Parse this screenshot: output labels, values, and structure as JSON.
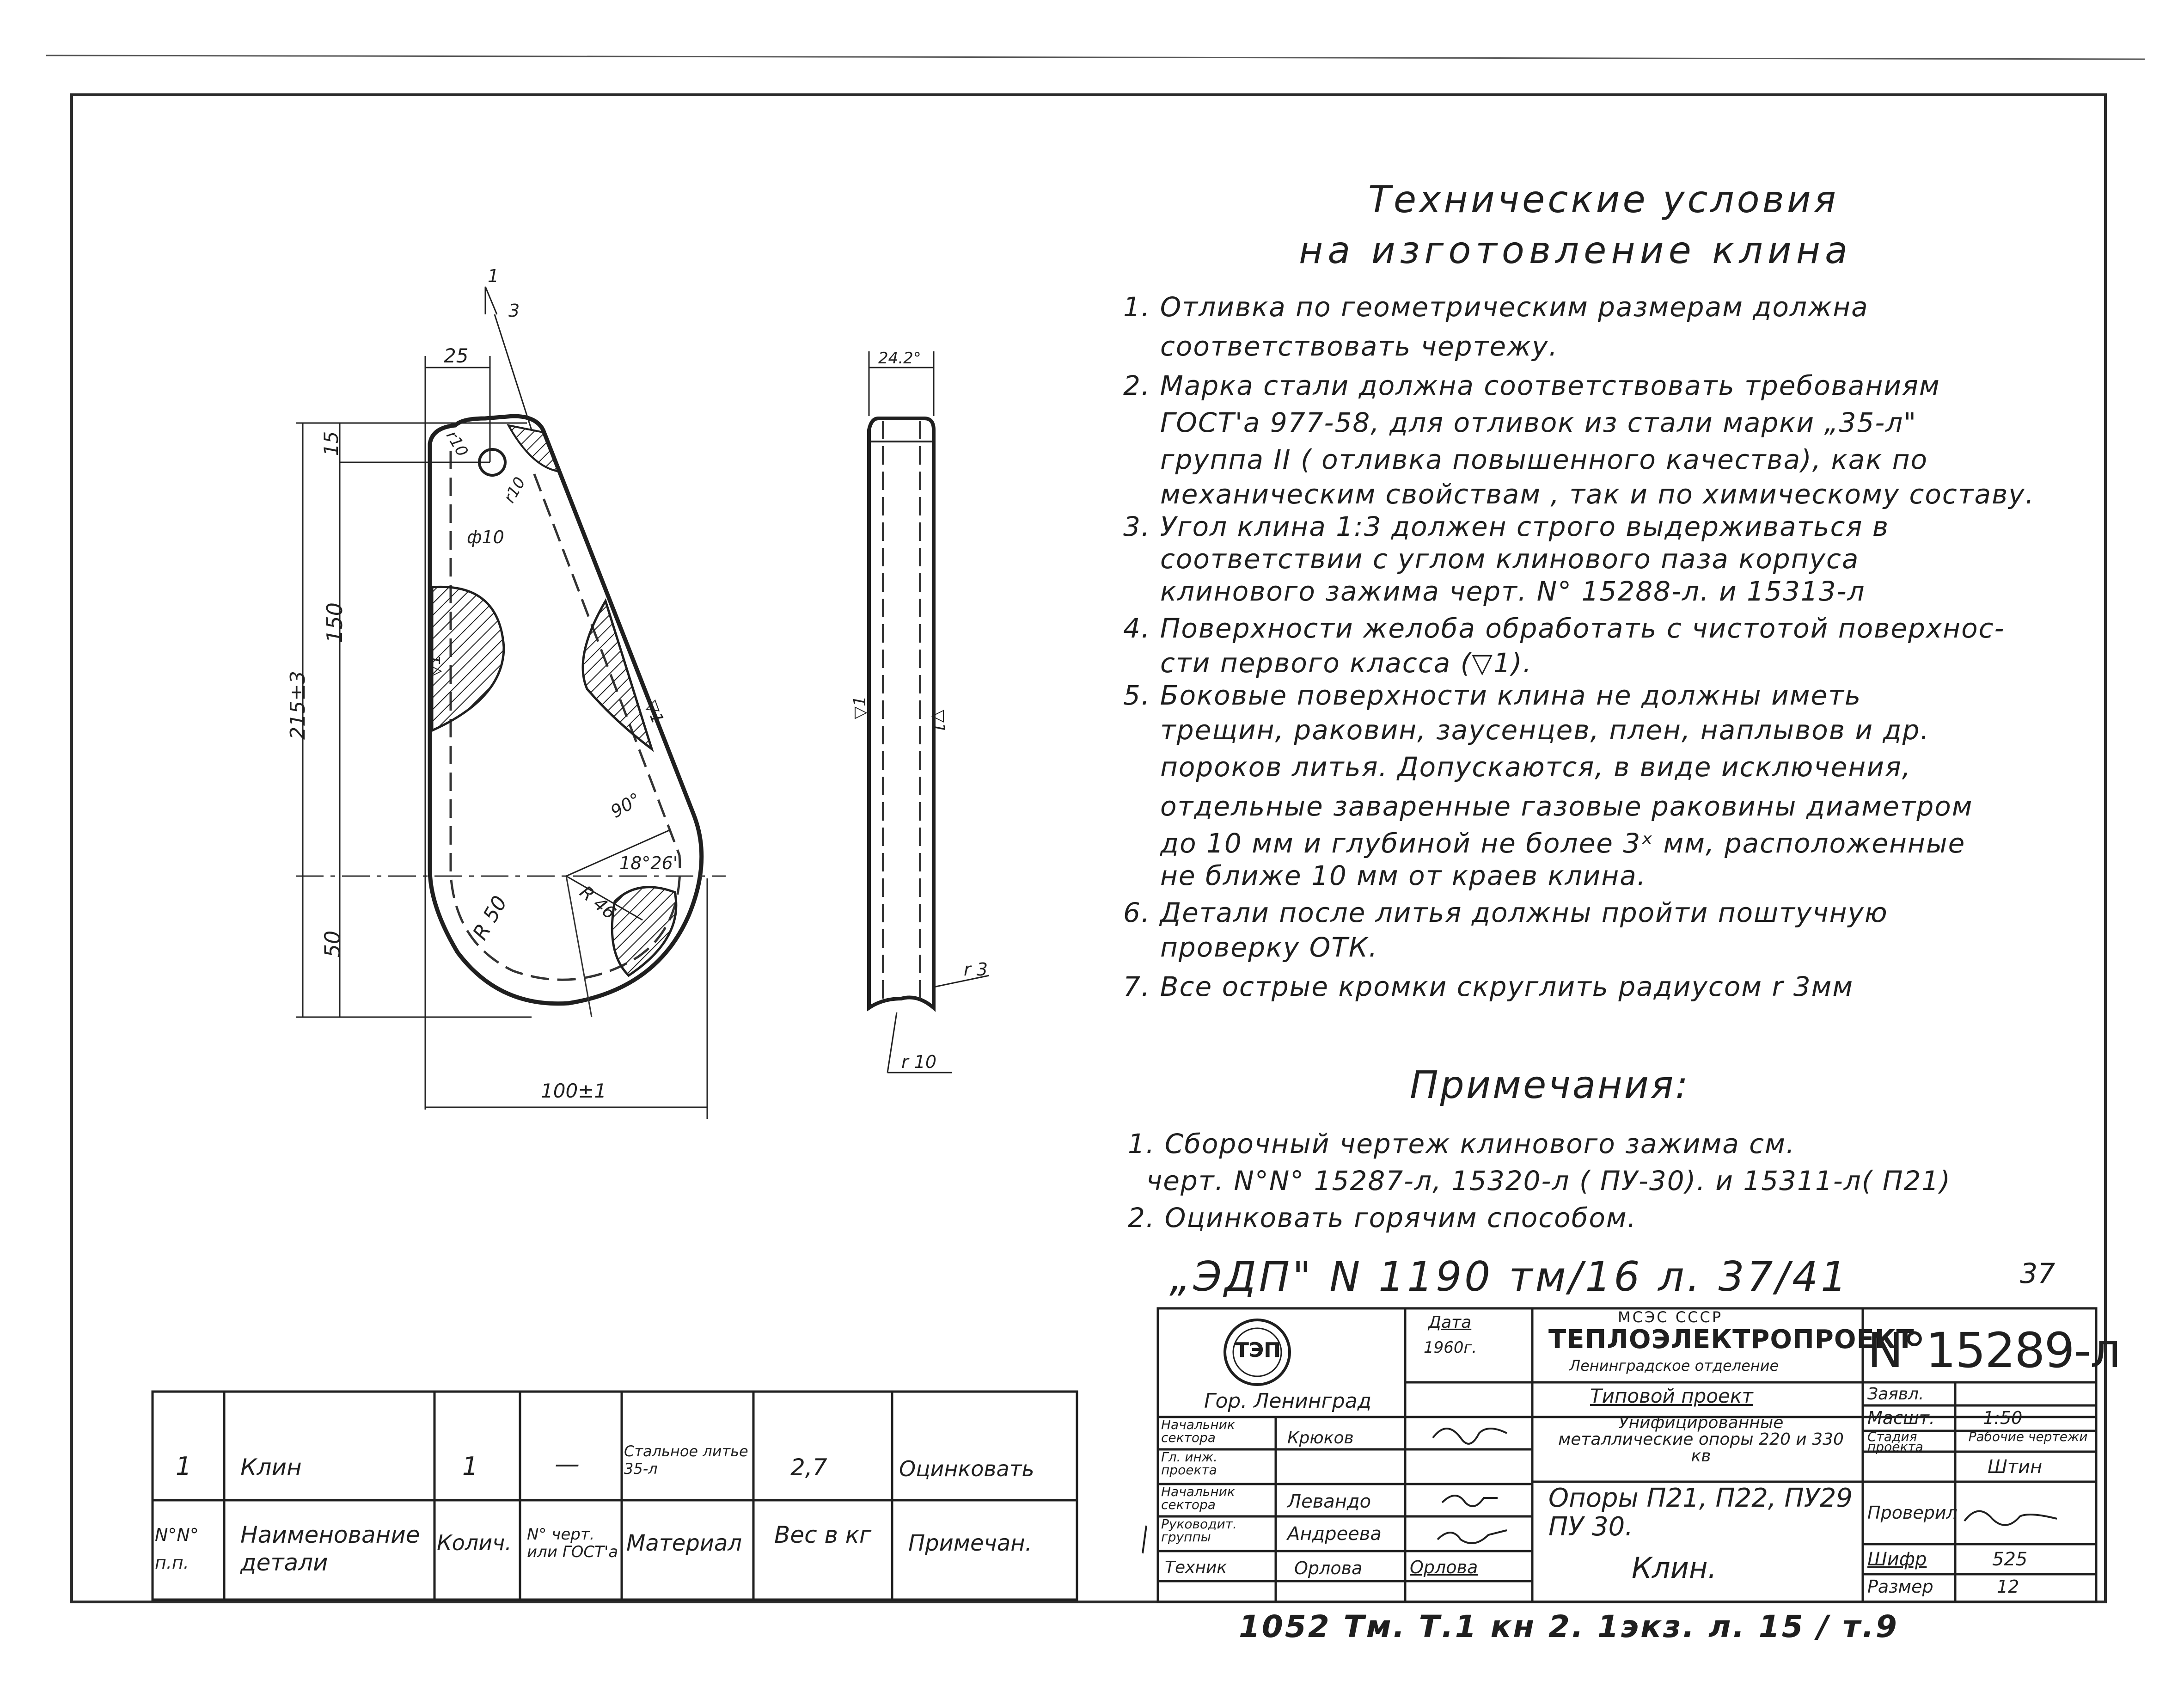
{
  "tech_conditions": {
    "title_line1": "Технические условия",
    "title_line2": "на изготовление клина",
    "lines": [
      "1. Отливка по геометрическим размерам должна",
      "соответствовать чертежу.",
      "2. Марка стали должна соответствовать требованиям",
      "ГОСТ'а 977-58, для отливок из стали марки „35-л\"",
      "группа II ( отливка повышенного качества), как по",
      "механическим свойствам , так и по химическому составу.",
      "3. Угол клина 1:3 должен строго выдерживаться в",
      "соответствии с углом клинового паза корпуса",
      "клинового зажима черт. N° 15288-л. и 15313-л",
      "4. Поверхности желоба обработать с чистотой поверхнос-",
      "сти первого класса (▽1).",
      "5. Боковые поверхности клина не должны иметь",
      "трещин, раковин, заусенцев, плен, наплывов и др.",
      "пороков литья. Допускаются, в виде исключения,",
      "отдельные заваренные газовые раковины диаметром",
      "до 10 мм и глубиной не более 3ˣ мм, расположенные",
      "не ближе 10 мм от краев клина.",
      "6. Детали после литья должны пройти поштучную",
      "проверку ОТК.",
      "7. Все острые кромки скруглить радиусом r 3мм"
    ]
  },
  "notes": {
    "title": "Примечания:",
    "lines": [
      "1. Сборочный чертеж клинового зажима см.",
      "черт. N°N° 15287-л, 15320-л ( ПУ-30). и 15311-л( П21)",
      "2. Оцинковать горячим способом."
    ]
  },
  "stamp_line": "„ЭДП\" N 1190 тм/16 л. 37/41",
  "page_number": "37",
  "bottom_line": "1052 Тм. Т.1 кн 2. 1экз. л. 15 / т.9",
  "drawing_dims": {
    "d25": "25",
    "d15": "15",
    "d150": "150",
    "d215": "215±3",
    "d50": "50",
    "d100": "100±1",
    "r10a": "r10",
    "r10b": "r10",
    "phi10": "ф10",
    "r50": "R 50",
    "r46": "R 46",
    "ang90": "90°",
    "ang18": "18°26'",
    "slope": "1",
    "slope3": "3",
    "w24": "24.2°",
    "r3": "r 3",
    "r10c": "r 10",
    "v1a": "▽1",
    "v1b": "▽1",
    "v1c": "▽1",
    "v1d": "▽1"
  },
  "parts_table": {
    "row": {
      "num": "1",
      "name": "Клин",
      "qty": "1",
      "drawing": "—",
      "material": "Стальное литье 35-л",
      "weight": "2,7",
      "note": "Оцинковать"
    },
    "header": {
      "num": "N°N° п.п.",
      "name": "Наименование детали",
      "qty": "Колич.",
      "drawing": "N° черт. или ГОСТ'а",
      "material": "Материал",
      "weight": "Вес в кг",
      "note": "Примечан."
    }
  },
  "title_block": {
    "logo_text": "ТЭП",
    "city": "Гор. Ленинград",
    "date_label": "Дата",
    "date_value": "1960г.",
    "org_ministry": "МСЭС СССР",
    "org_name": "ТЕПЛОЭЛЕКТРОПРОЕКТ",
    "org_branch": "Ленинградское отделение",
    "drawing_number": "N°15289-л",
    "project_type": "Типовой проект",
    "project_desc": "Унифицированные металлические опоры 220 и 330 кв",
    "title_main": "Опоры П21, П22, ПУ29 ПУ 30.",
    "title_part": "Клин.",
    "roles": [
      {
        "role": "Начальник сектора",
        "name": "Крюков"
      },
      {
        "role": "Гл. инж. проекта",
        "name": ""
      },
      {
        "role": "Начальник сектора",
        "name": "Левандо"
      },
      {
        "role": "Руководит. группы",
        "name": "Андреева"
      },
      {
        "role": "Техник",
        "name": "Орлова"
      }
    ],
    "sig_orlova": "Орлова",
    "right_labels": [
      {
        "label": "Заявл.",
        "value": ""
      },
      {
        "label": "Масшт.",
        "value": "1:50"
      },
      {
        "label": "Стадия проекта",
        "value": "Рабочие чертежи"
      },
      {
        "label": "",
        "value": "Штин"
      },
      {
        "label": "Проверил",
        "value": ""
      },
      {
        "label": "Шифр",
        "value": "525"
      },
      {
        "label": "Размер",
        "value": "12"
      }
    ]
  }
}
